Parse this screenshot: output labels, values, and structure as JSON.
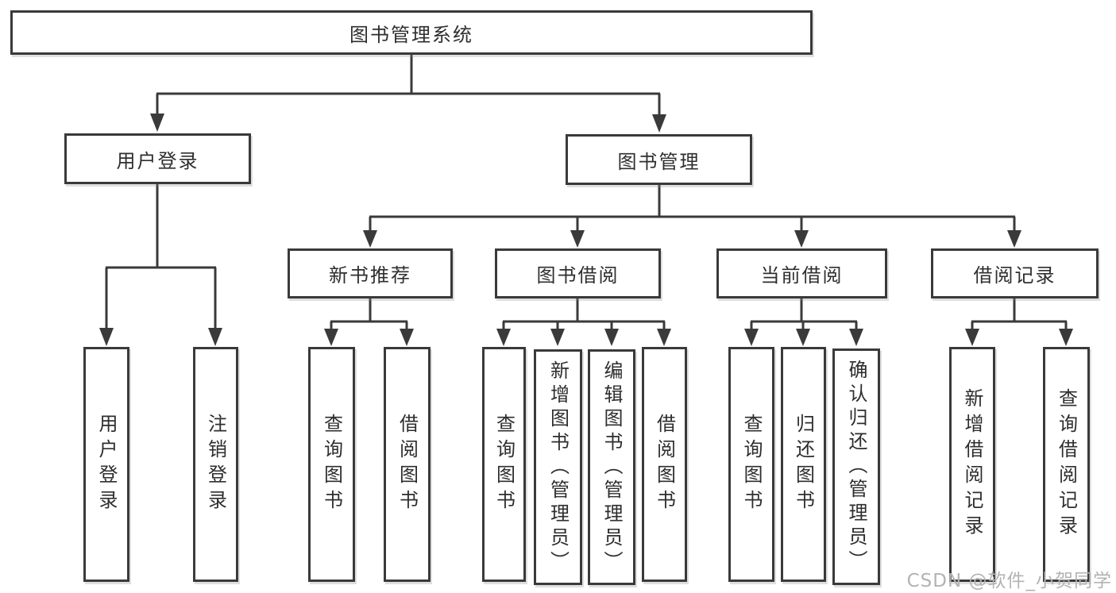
{
  "page": {
    "watermark": "CSDN @软件_小贺同学",
    "colors": {
      "background": "#ffffff",
      "box_border": "#3a3a3a",
      "line": "#3a3a3a",
      "text": "#2e2e2e",
      "watermark": "#b3b3b3"
    }
  },
  "tree": {
    "root": {
      "label": "图书管理系统"
    },
    "branches": [
      {
        "label": "用户登录",
        "children": [
          {
            "label": "用户登录"
          },
          {
            "label": "注销登录"
          }
        ]
      },
      {
        "label": "图书管理",
        "children": [
          {
            "label": "新书推荐",
            "children": [
              {
                "label": "查询图书"
              },
              {
                "label": "借阅图书"
              }
            ]
          },
          {
            "label": "图书借阅",
            "children": [
              {
                "label": "查询图书"
              },
              {
                "label": "新增图书（管理员）"
              },
              {
                "label": "编辑图书（管理员）"
              },
              {
                "label": "借阅图书"
              }
            ]
          },
          {
            "label": "当前借阅",
            "children": [
              {
                "label": "查询图书"
              },
              {
                "label": "归还图书"
              },
              {
                "label": "确认归还（管理员）"
              }
            ]
          },
          {
            "label": "借阅记录",
            "children": [
              {
                "label": "新增借阅记录"
              },
              {
                "label": "查询借阅记录"
              }
            ]
          }
        ]
      }
    ]
  }
}
